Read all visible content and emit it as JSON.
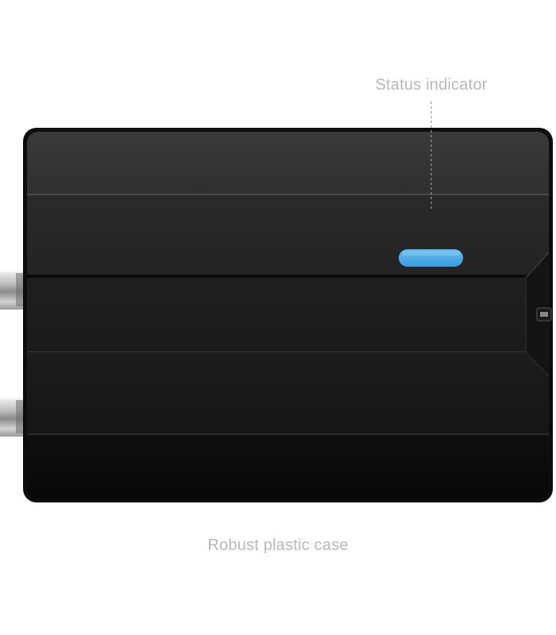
{
  "labels": {
    "status_indicator": "Status indicator",
    "case": "Robust plastic case"
  },
  "colors": {
    "led": "#3ba6e6",
    "case_dark": "#1c1c1c",
    "label": "#b8b8b8"
  },
  "icons": {
    "connector_top": "bnc-connector",
    "connector_bottom": "bnc-connector",
    "led": "status-led",
    "switch": "slide-switch"
  }
}
